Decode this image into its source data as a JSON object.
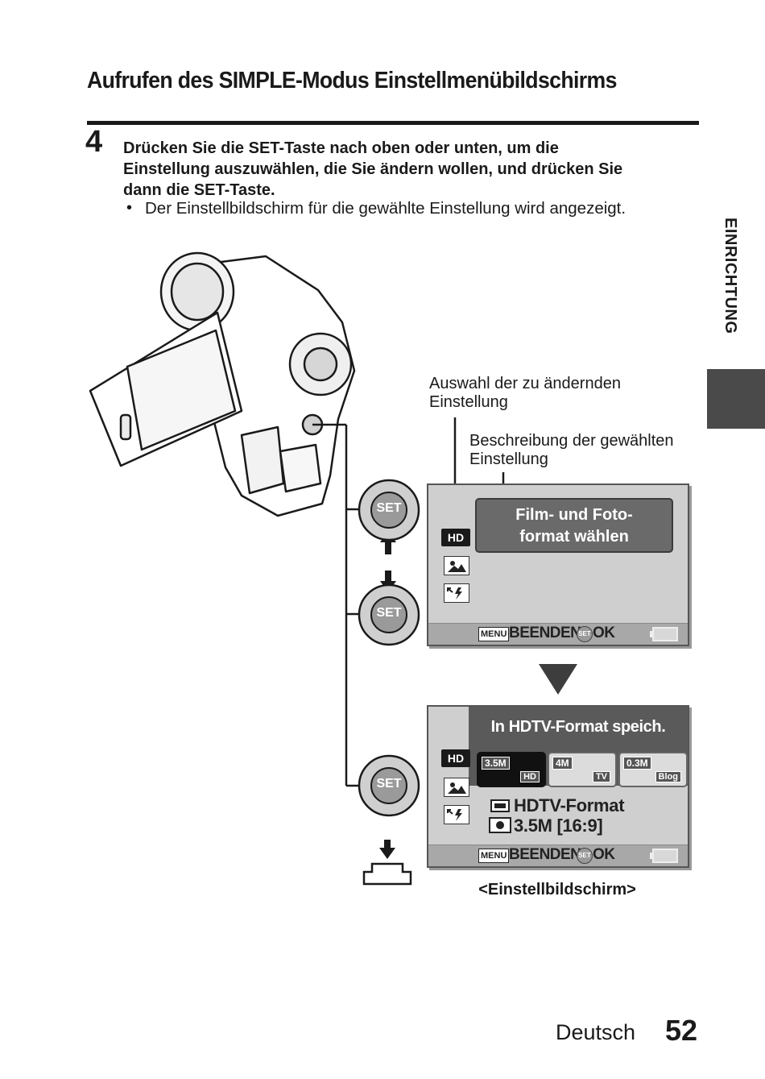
{
  "page": {
    "title": "Aufrufen des SIMPLE-Modus Einstellmenübildschirms",
    "side_tab": "EINRICHTUNG",
    "footer_language": "Deutsch",
    "footer_page": "52"
  },
  "step": {
    "number": "4",
    "instruction_lines": [
      "Drücken Sie die SET-Taste nach oben oder unten, um die",
      "Einstellung auszuwählen, die Sie ändern wollen, und drücken Sie",
      "dann die SET-Taste."
    ],
    "bullet_marker": "•",
    "bullet": "Der Einstellbildschirm für die gewählte Einstellung wird angezeigt."
  },
  "callouts": {
    "select_lines": [
      "Auswahl der zu ändernden",
      "Einstellung"
    ],
    "description_lines": [
      "Beschreibung der gewählten",
      "Einstellung"
    ]
  },
  "dial": {
    "label": "SET"
  },
  "screen1": {
    "hd_tag": "HD",
    "description_lines": [
      "Film- und Foto-",
      "format wählen"
    ],
    "menu_chip": "MENU",
    "exit_label": "BEENDEN",
    "set_chip": "SET",
    "ok_label": "OK"
  },
  "screen2": {
    "hd_tag": "HD",
    "header": "In HDTV-Format speich.",
    "options": [
      {
        "size": "3.5M",
        "sub": "HD",
        "selected": true
      },
      {
        "size": "4M",
        "sub": "TV",
        "selected": false
      },
      {
        "size": "0.3M",
        "sub": "Blog",
        "selected": false
      }
    ],
    "movie_setting": "HDTV-Format",
    "photo_setting": "3.5M [16:9]",
    "menu_chip": "MENU",
    "exit_label": "BEENDEN",
    "set_chip": "SET",
    "ok_label": "OK"
  },
  "screen_caption": "<Einstellbildschirm>"
}
